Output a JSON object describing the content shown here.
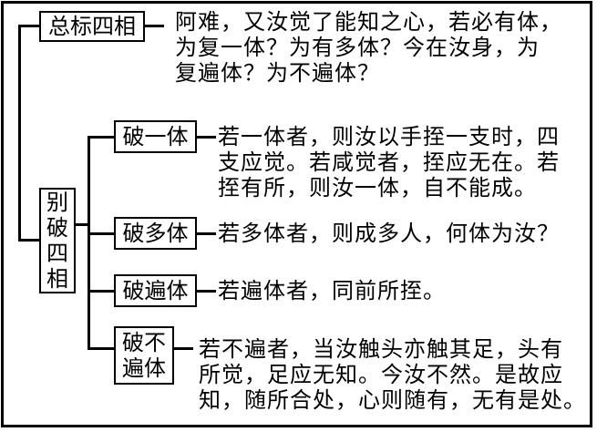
{
  "root": {
    "label": "总标四相",
    "text": "阿难，又汝觉了能知之心，若必有体，\n为复一体？为有多体？今在汝身，为\n复遍体？为不遍体？"
  },
  "branch": {
    "label_chars": [
      "别",
      "破",
      "四",
      "相"
    ],
    "items": [
      {
        "label": "破一体",
        "text": "若一体者，则汝以手挃一支时，四\n支应觉。若咸觉者，挃应无在。若\n挃有所，则汝一体，自不能成。"
      },
      {
        "label": "破多体",
        "text": "若多体者，则成多人，何体为汝？"
      },
      {
        "label": "破遍体",
        "text": "若遍体者，同前所挃。"
      },
      {
        "label_lines": [
          "破不",
          "遍体"
        ],
        "text": "若不遍者，当汝触头亦触其足，头有\n所觉，足应无知。今汝不然。是故应\n知，随所合处，心则随有，无有是处。"
      }
    ]
  }
}
